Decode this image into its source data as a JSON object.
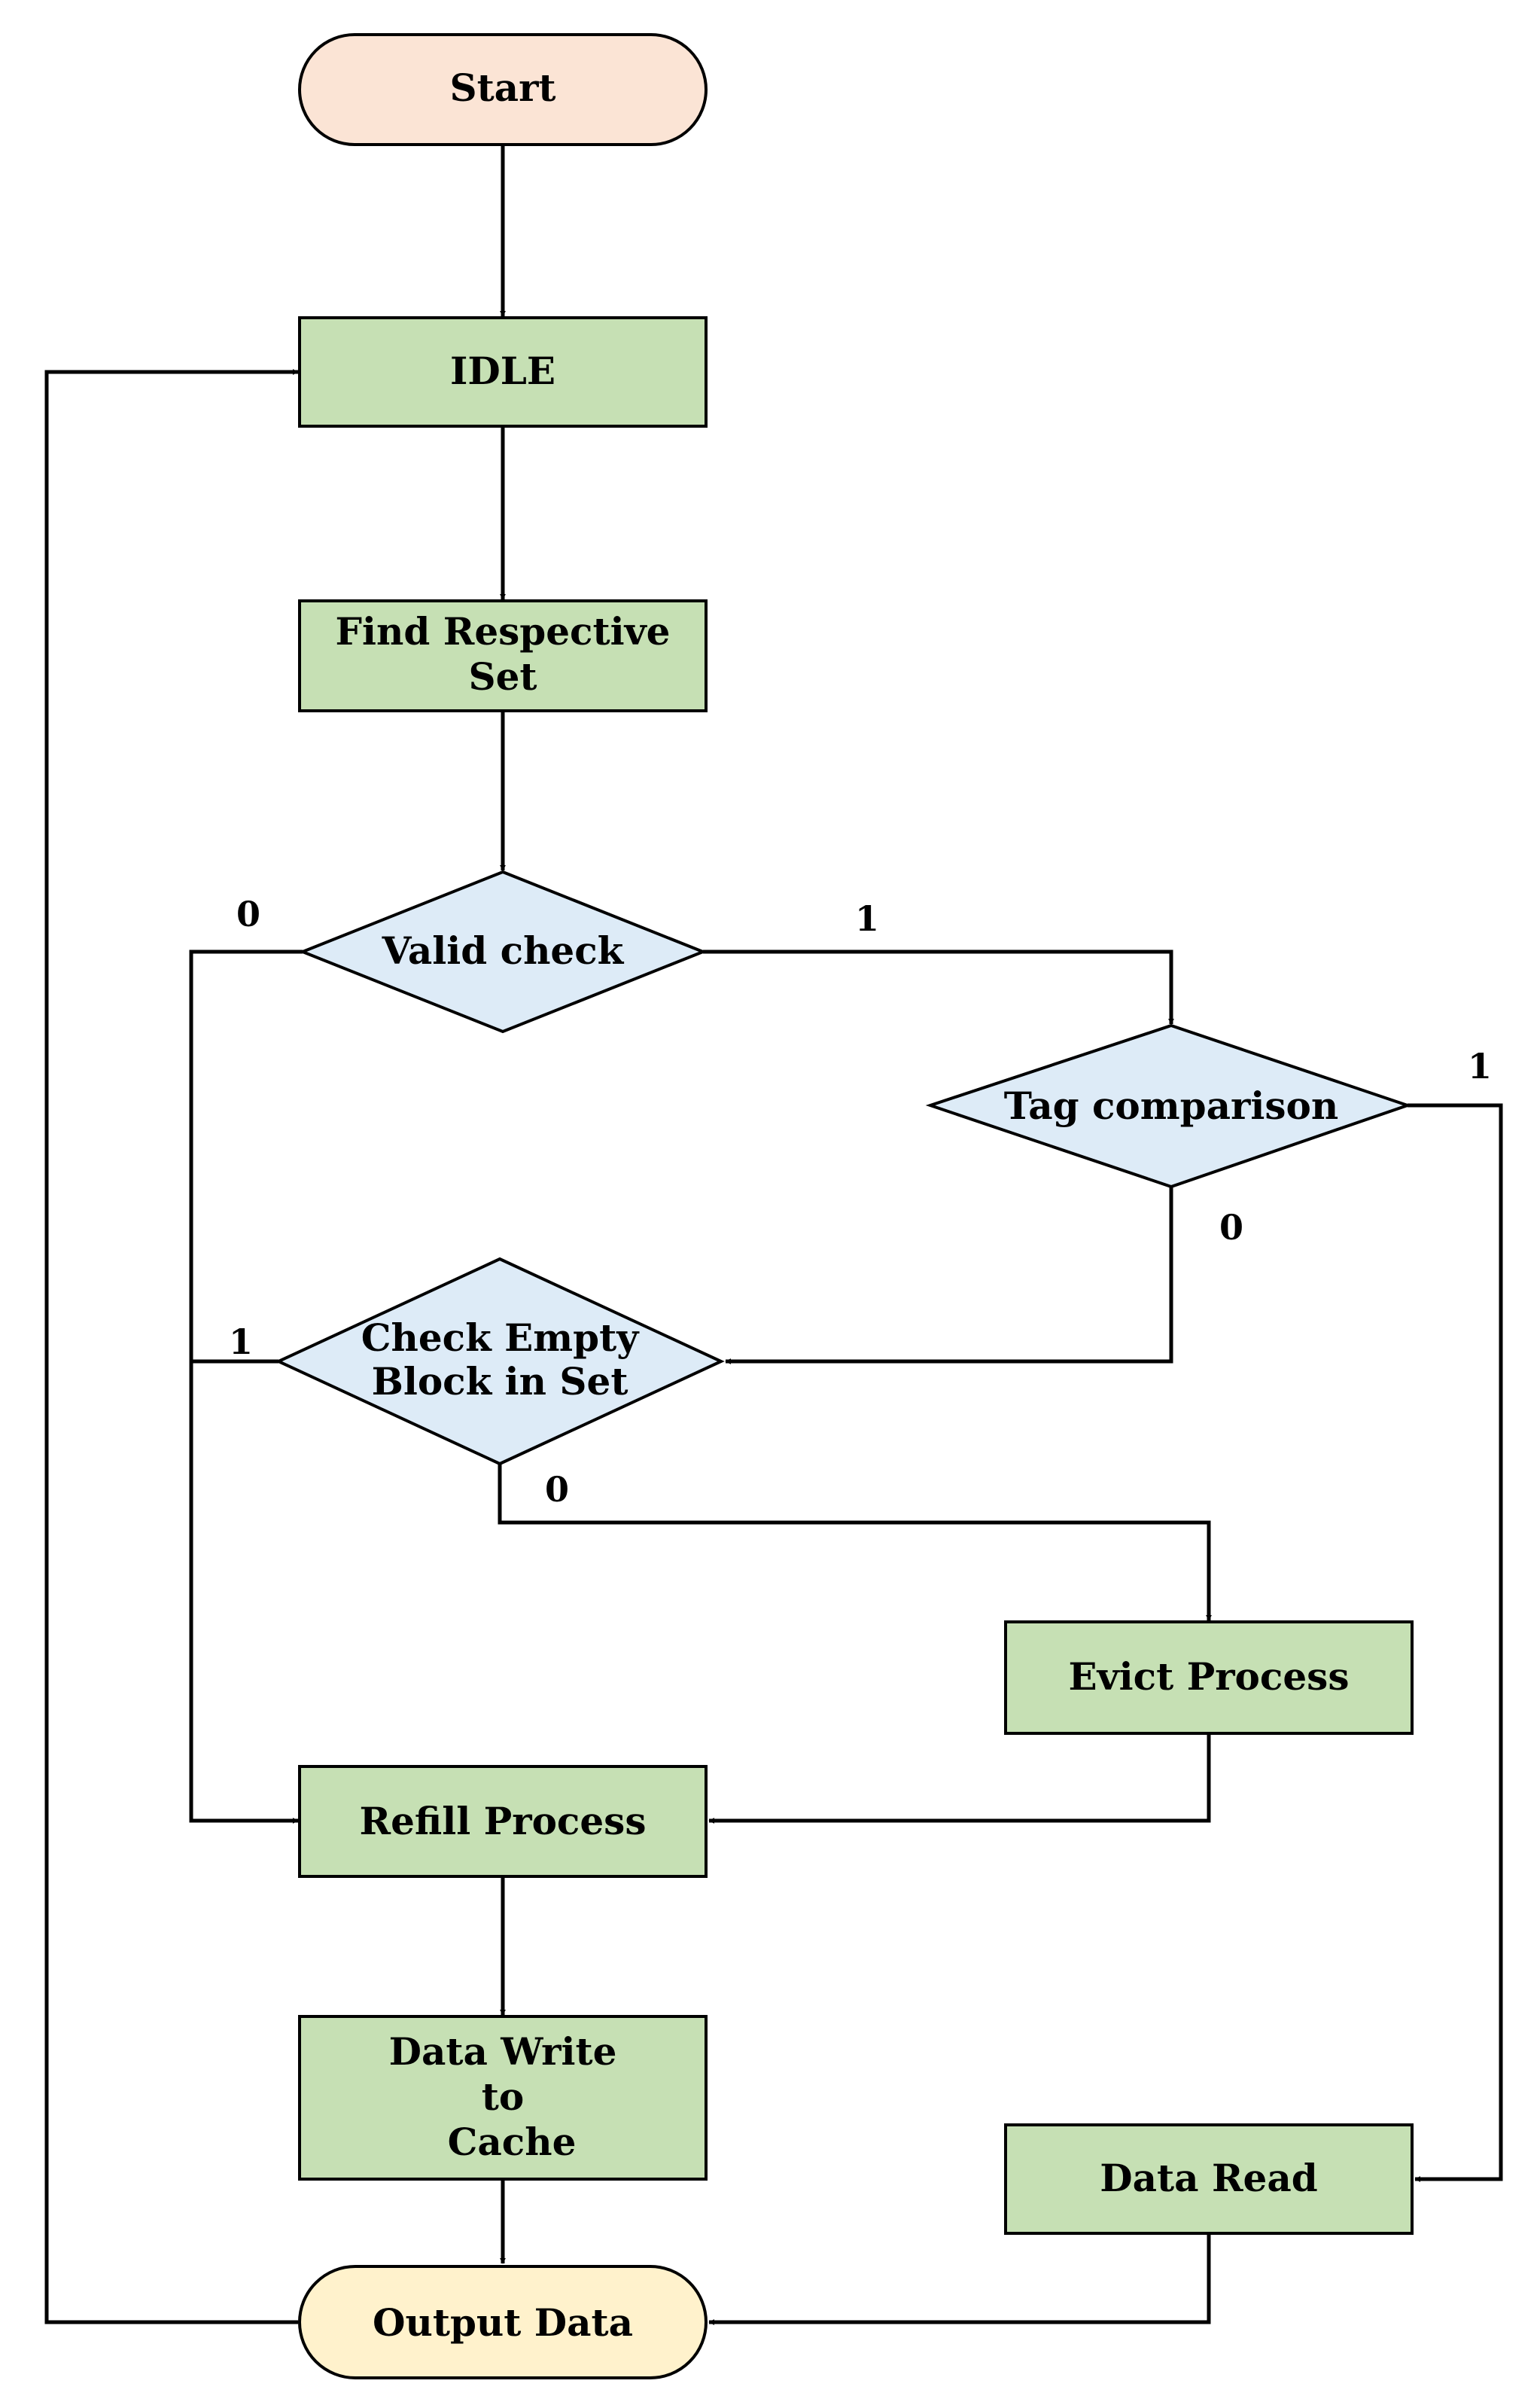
{
  "colors": {
    "start_fill": "#FBE4D5",
    "process_fill": "#C6E0B4",
    "decision_fill": "#DDEBF7",
    "output_fill": "#FFF2CC",
    "stroke": "#000000"
  },
  "nodes": {
    "start": {
      "lines": [
        "Start"
      ]
    },
    "idle": {
      "lines": [
        "IDLE"
      ]
    },
    "find_set": {
      "lines": [
        "Find Respective",
        "Set"
      ]
    },
    "valid_check": {
      "lines": [
        "Valid check"
      ]
    },
    "tag_comparison": {
      "lines": [
        "Tag comparison"
      ]
    },
    "check_empty": {
      "lines": [
        "Check Empty",
        "Block in Set"
      ]
    },
    "evict": {
      "lines": [
        "Evict Process"
      ]
    },
    "refill": {
      "lines": [
        "Refill Process"
      ]
    },
    "data_write": {
      "lines": [
        "Data Write",
        "to",
        "Cache"
      ]
    },
    "data_read": {
      "lines": [
        "Data Read"
      ]
    },
    "output": {
      "lines": [
        "Output Data"
      ]
    }
  },
  "edge_labels": {
    "valid_0": "0",
    "valid_1": "1",
    "tag_1": "1",
    "tag_0": "0",
    "empty_1": "1",
    "empty_0": "0"
  }
}
